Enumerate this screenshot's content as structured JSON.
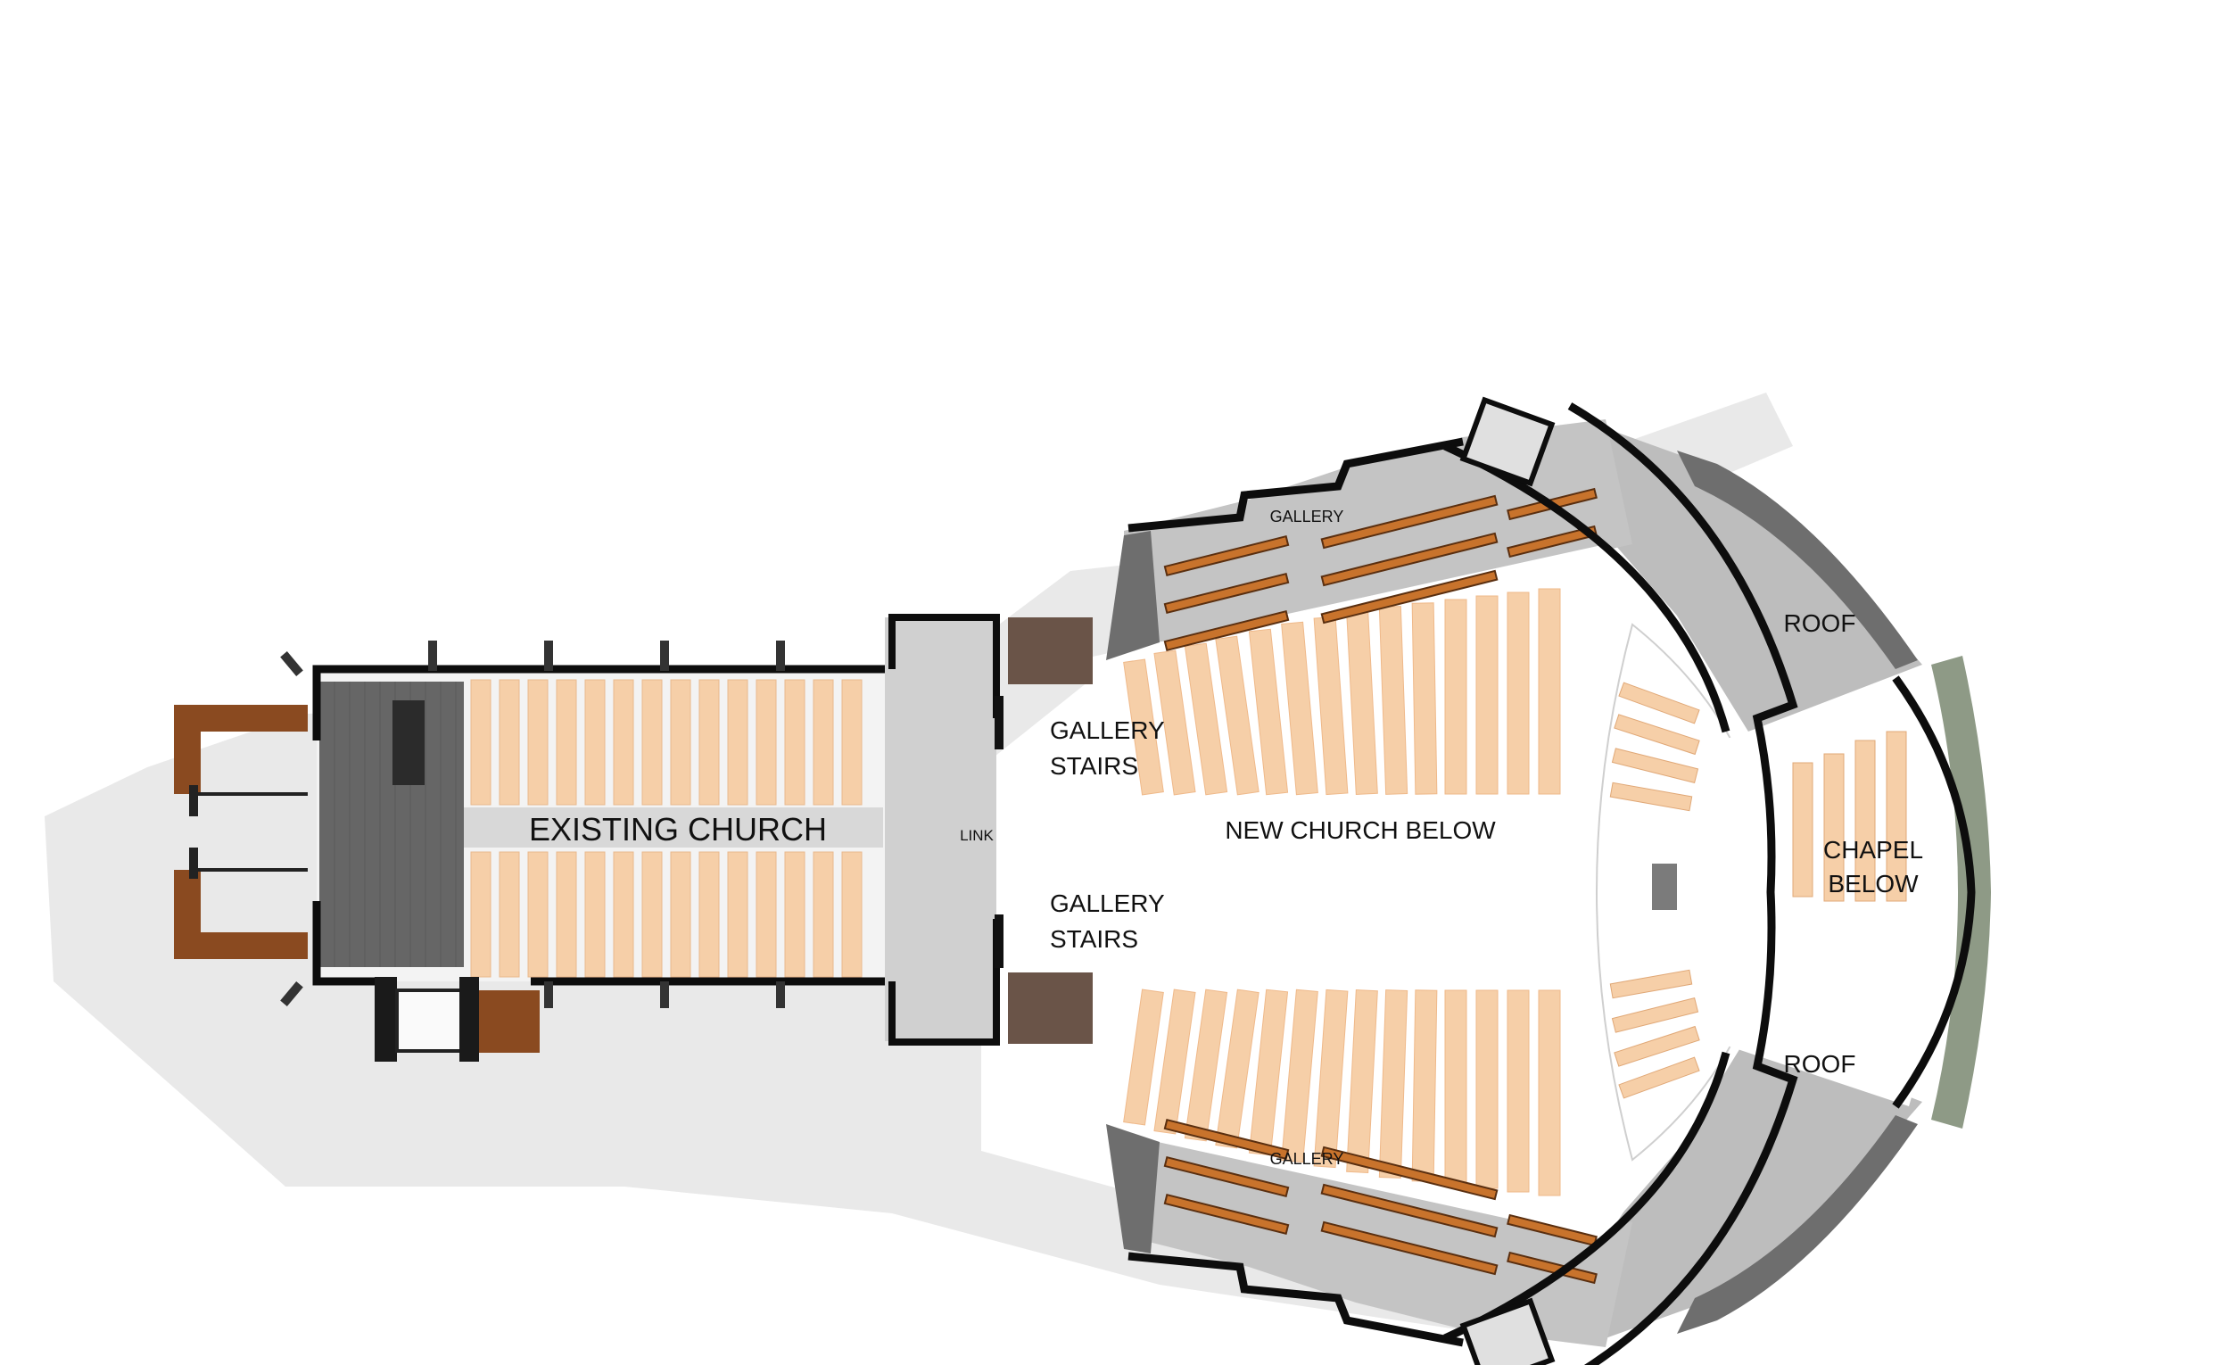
{
  "plan": {
    "labels": {
      "existing_church": "EXISTING CHURCH",
      "link": "LINK",
      "gallery_stairs_top_1": "GALLERY",
      "gallery_stairs_top_2": "STAIRS",
      "gallery_stairs_bottom_1": "GALLERY",
      "gallery_stairs_bottom_2": "STAIRS",
      "new_church_below": "NEW CHURCH BELOW",
      "gallery_top": "GALLERY",
      "gallery_bottom": "GALLERY",
      "roof_top": "ROOF",
      "roof_bottom": "ROOF",
      "chapel_1": "CHAPEL",
      "chapel_2": "BELOW"
    },
    "colors": {
      "wall": "#0d0d0d",
      "pew": "#f6cfa8",
      "gallery_pew": "#c8732c",
      "floor_grey": "#c9c9c9",
      "dark_floor": "#5f5f5f",
      "brown_room": "#6a5448",
      "timber": "#8a4a20",
      "shadow": "#e8e8e8",
      "roof": "#bcbcbc"
    }
  }
}
